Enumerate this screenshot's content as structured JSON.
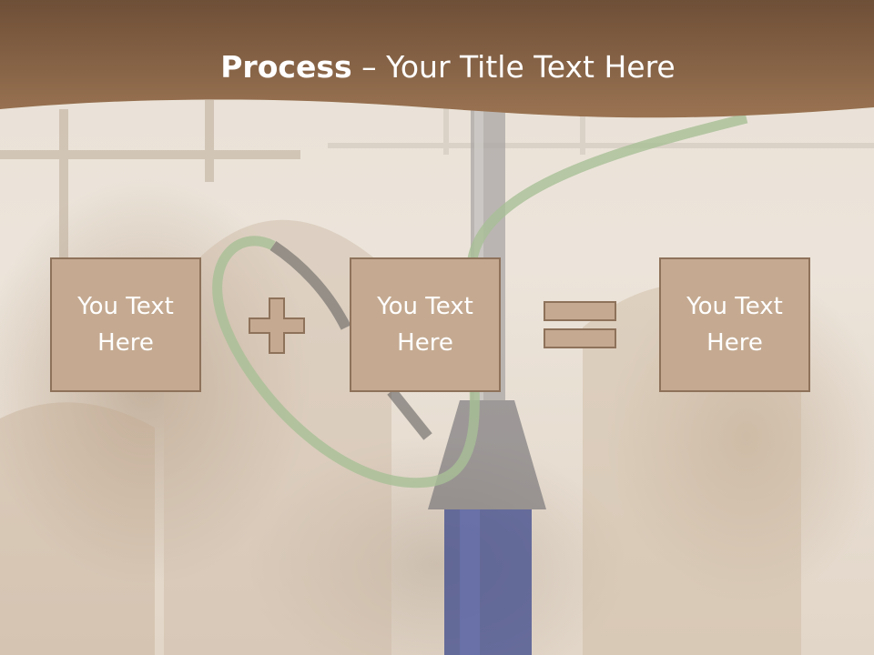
{
  "title": {
    "bold": "Process",
    "rest": " – Your Title Text Here"
  },
  "boxes": [
    {
      "line1": "You Text",
      "line2": "Here"
    },
    {
      "line1": "You Text",
      "line2": "Here"
    },
    {
      "line1": "You Text",
      "line2": "Here"
    }
  ],
  "colors": {
    "header": "#8a6242",
    "box_fill": "#c5aa91",
    "box_border": "#8e725a",
    "text": "#ffffff"
  }
}
